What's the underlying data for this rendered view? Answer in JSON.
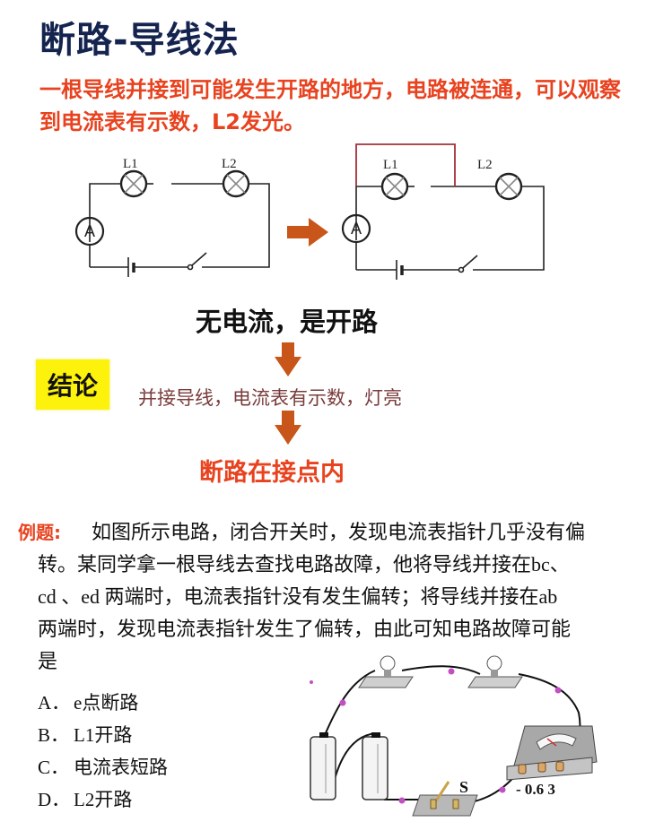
{
  "header": {
    "title": "断路-导线法",
    "subtitle": "一根导线并接到可能发生开路的地方，电路被连通，可以观察到电流表有示数，L2发光。"
  },
  "diagram_before": {
    "labels": {
      "lamp1": "L1",
      "lamp2": "L2",
      "ammeter": "A"
    },
    "caption": "无电流，是开路"
  },
  "diagram_after": {
    "labels": {
      "lamp1": "L1",
      "lamp2": "L2",
      "ammeter": "A"
    },
    "wire_color": "#a3303a"
  },
  "flow": {
    "conclusion_tag": "结论",
    "step": "并接导线，电流表有示数，灯亮",
    "result": "断路在接点内",
    "arrow_color": "#c8561a"
  },
  "question": {
    "label": "例题:",
    "line1": "如图所示电路，闭合开关时，发现电流表指针几乎没有偏",
    "line2": "转。某同学拿一根导线去查找电路故障，他将导线并接在bc、",
    "line3": "cd 、ed 两端时，电流表指针没有发生偏转；将导线并接在ab",
    "line4": "两端时，发现电流表指针发生了偏转，由此可知电路故障可能",
    "line5": "是",
    "options": [
      {
        "letter": "A．",
        "text": "e点断路"
      },
      {
        "letter": "B．",
        "text": "L1开路"
      },
      {
        "letter": "C．",
        "text": "电流表短路"
      },
      {
        "letter": "D．",
        "text": "L2开路"
      }
    ]
  },
  "physical_circuit": {
    "switch_label": "S",
    "ammeter_terminals": "-  0.6 3",
    "terminal_color": "#c24fc4"
  },
  "colors": {
    "title": "#15244f",
    "accent_red": "#e8421f",
    "highlight_yellow": "#fdf20b",
    "arrow_orange": "#c8561a"
  }
}
